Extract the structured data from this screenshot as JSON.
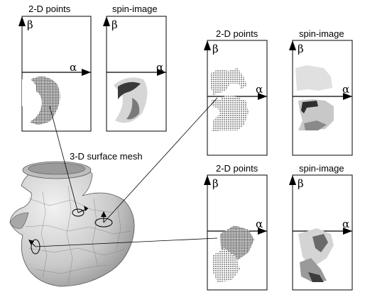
{
  "panels": {
    "top_left_points_title": "2-D points",
    "top_left_spin_title": "spin-image",
    "right_top_points_title": "2-D points",
    "right_top_spin_title": "spin-image",
    "right_bottom_points_title": "2-D points",
    "right_bottom_spin_title": "spin-image"
  },
  "axes": {
    "beta": "β",
    "alpha": "α"
  },
  "mesh_label": "3-D surface mesh"
}
